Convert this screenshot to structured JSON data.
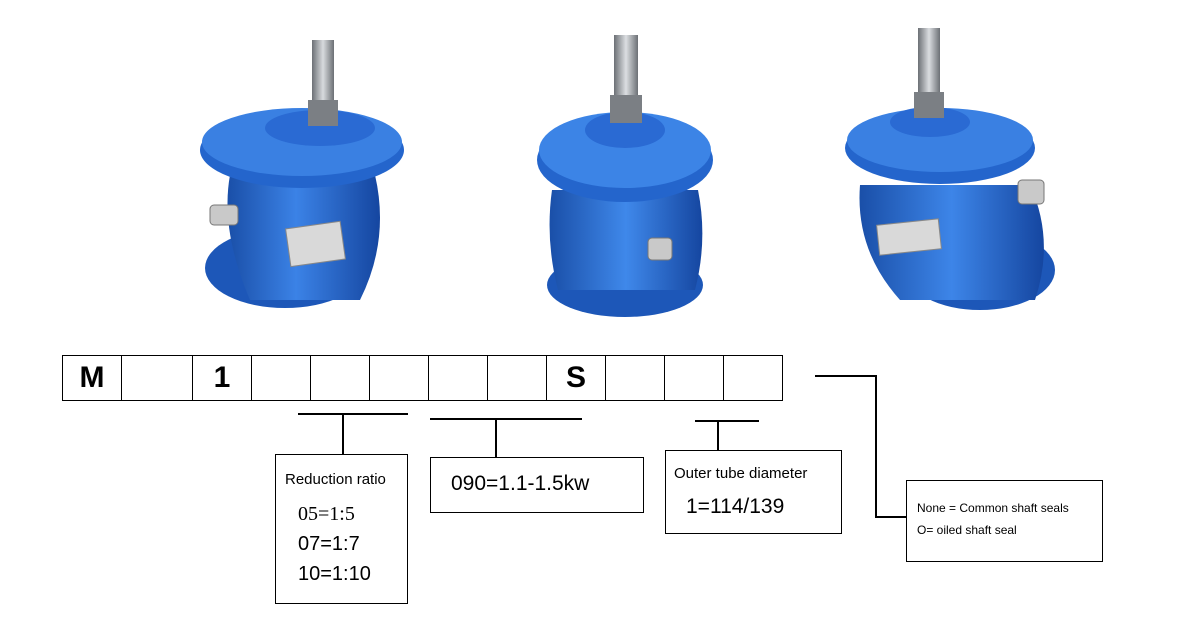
{
  "code_cells": [
    "M",
    "",
    "1",
    "",
    "",
    "",
    "",
    "",
    "S",
    "",
    "",
    ""
  ],
  "reduction_box": {
    "title": "Reduction ratio",
    "lines": [
      "05=1:5",
      "07=1:7",
      "10=1:10"
    ]
  },
  "power_box": {
    "text": "090=1.1-1.5kw"
  },
  "tube_box": {
    "title": "Outer tube diameter",
    "value": "1=114/139"
  },
  "seal_box": {
    "lines": [
      "None = Common shaft seals",
      "O= oiled shaft seal"
    ]
  },
  "colors": {
    "gearbox_blue": "#1f64c9",
    "shaft_steel": "#a0a4a8"
  },
  "icons": [
    "gearbox-photo-left",
    "gearbox-photo-center",
    "gearbox-photo-right"
  ]
}
